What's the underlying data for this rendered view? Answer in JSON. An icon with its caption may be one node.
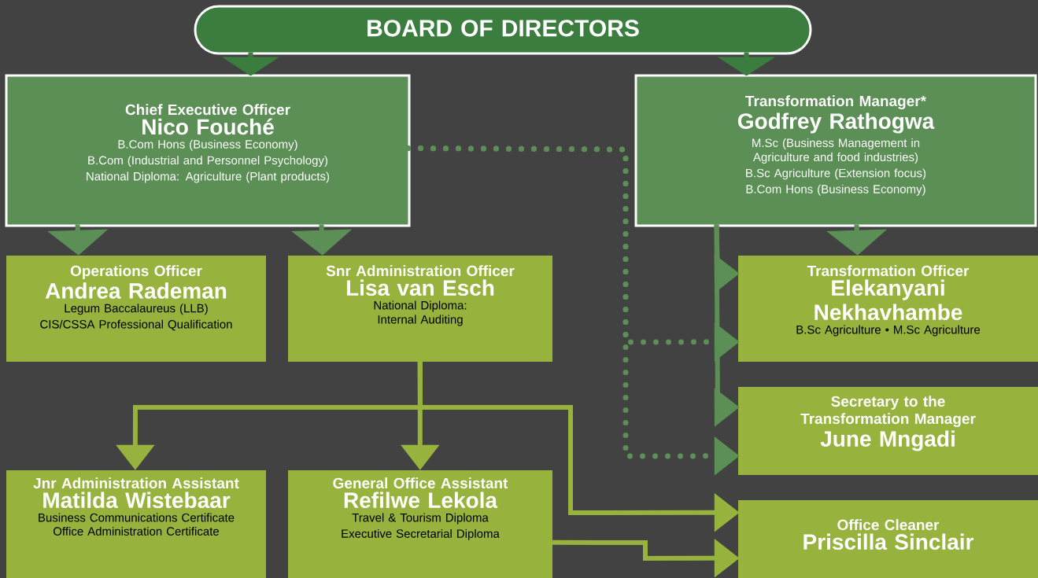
{
  "diagram": {
    "nodes": [
      {
        "text": [
          "BOARD OF DIRECTORS"
        ]
      },
      {
        "text": [
          "Chief Executive Officer",
          "Nico Fouché",
          "B.Com Hons (Business Economy)",
          "B.Com (Industrial and Personnel Psychology)",
          "National Diploma: Agriculture (Plant products)"
        ]
      },
      {
        "text": [
          "Transformation Manager*",
          "Godfrey Rathogwa",
          "M.Sc (Business Management in Agriculture and food industries)",
          "B.Sc Agriculture (Extension focus)",
          "B.Com Hons (Business Economy)"
        ]
      },
      {
        "text": [
          "Operations Officer",
          "Andrea Rademan",
          "Legum Baccalaureus (LLB)",
          "CIS/CSSA Professional Qualification"
        ]
      },
      {
        "text": [
          "Snr Administration Officer",
          "Lisa van Esch",
          "National Diploma: Internal Auditing"
        ]
      },
      {
        "text": [
          "Transformation Officer",
          "Elekanyani Nekhavhambe",
          "B.Sc Agriculture • M.Sc Agriculture"
        ]
      },
      {
        "text": [
          "Secretary to the Transformation Manager",
          "June Mngadi"
        ]
      },
      {
        "text": [
          "Jnr Administration Assistant",
          "Matilda Wistebaar",
          "Business Communications Certificate",
          "Office Administration Certificate"
        ]
      },
      {
        "text": [
          "General Office Assistant",
          "Refilwe Lekola",
          "Travel & Tourism Diploma",
          "Executive Secretarial Diploma"
        ]
      },
      {
        "text": [
          "Office Cleaner",
          "Priscilla Sinclair"
        ]
      }
    ],
    "edges": [
      {
        "from": 0,
        "to": 1,
        "arrow": "to",
        "color": "#3a7d3e"
      },
      {
        "from": 0,
        "to": 2,
        "arrow": "to",
        "color": "#3a7d3e"
      },
      {
        "from": 1,
        "to": 3,
        "arrow": "to",
        "color": "#5b8f55"
      },
      {
        "from": 1,
        "to": 4,
        "arrow": "to",
        "color": "#5b8f55"
      },
      {
        "from": 1,
        "to": 5,
        "arrow": "to",
        "style": "dashed",
        "color": "#5b8f55"
      },
      {
        "from": 1,
        "to": 6,
        "arrow": "to",
        "style": "dashed",
        "color": "#5b8f55"
      },
      {
        "from": 2,
        "to": 5,
        "arrow": "to",
        "color": "#5b8f55"
      },
      {
        "from": 2,
        "to": 5,
        "arrow": "to",
        "color": "#5b8f55"
      },
      {
        "from": 2,
        "to": 6,
        "arrow": "to",
        "color": "#5b8f55"
      },
      {
        "from": 4,
        "to": 7,
        "arrow": "to",
        "color": "#97b33d"
      },
      {
        "from": 4,
        "to": 8,
        "arrow": "to",
        "color": "#97b33d"
      },
      {
        "from": 4,
        "to": 9,
        "arrow": "to",
        "color": "#97b33d"
      },
      {
        "from": 8,
        "to": 9,
        "arrow": "to",
        "color": "#97b33d"
      }
    ]
  }
}
